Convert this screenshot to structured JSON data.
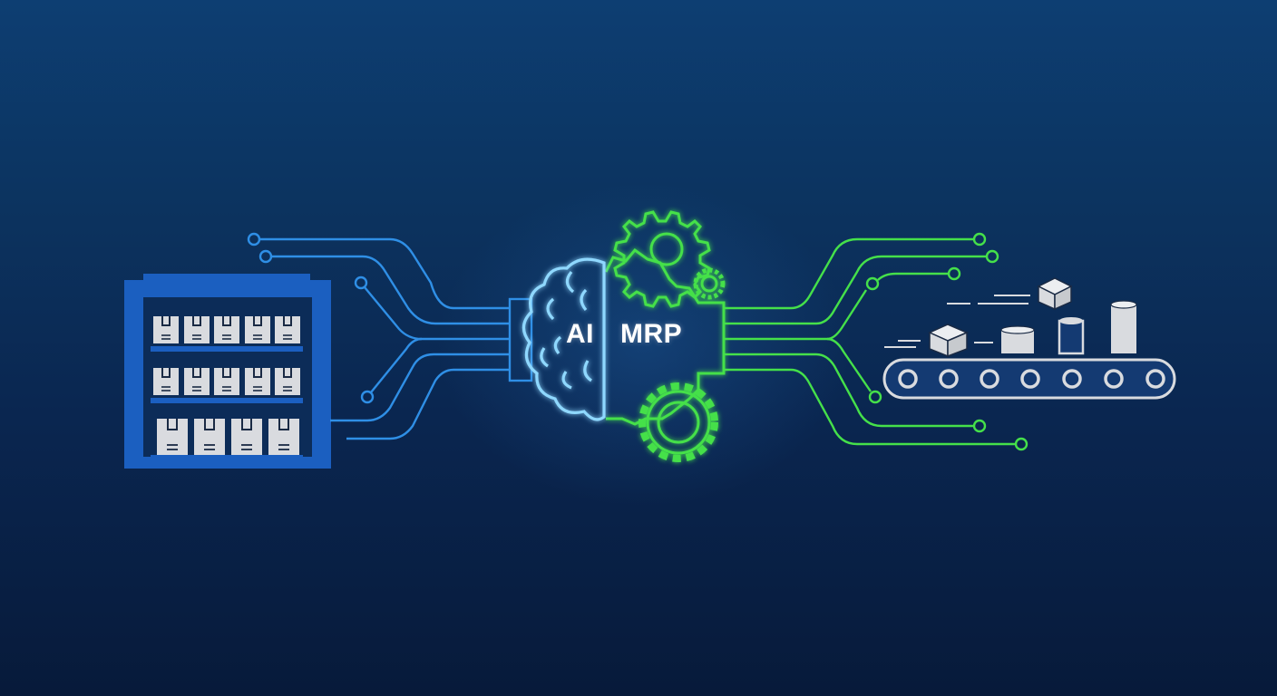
{
  "scene": {
    "title_labels": {
      "ai": "AI",
      "mrp": "MRP"
    },
    "elements": [
      {
        "name": "warehouse-shelf",
        "rows": [
          5,
          5,
          4
        ]
      },
      {
        "name": "ai-brain",
        "label": "AI"
      },
      {
        "name": "mrp-gears",
        "label": "MRP",
        "gear_count": 3
      },
      {
        "name": "conveyor-belt",
        "rollers": 7,
        "items": [
          "box",
          "cylinder",
          "open-cylinder",
          "tall-cylinder",
          "flying-box"
        ]
      }
    ],
    "colors": {
      "background_top": "#0d3e72",
      "background_bottom": "#071a3a",
      "blue_circuit": "#2f8fe6",
      "brain_glow": "#8fd8ff",
      "green_circuit": "#45e04a",
      "warehouse_blue": "#1b5fc0",
      "box_gray": "#d9dbdf"
    }
  }
}
